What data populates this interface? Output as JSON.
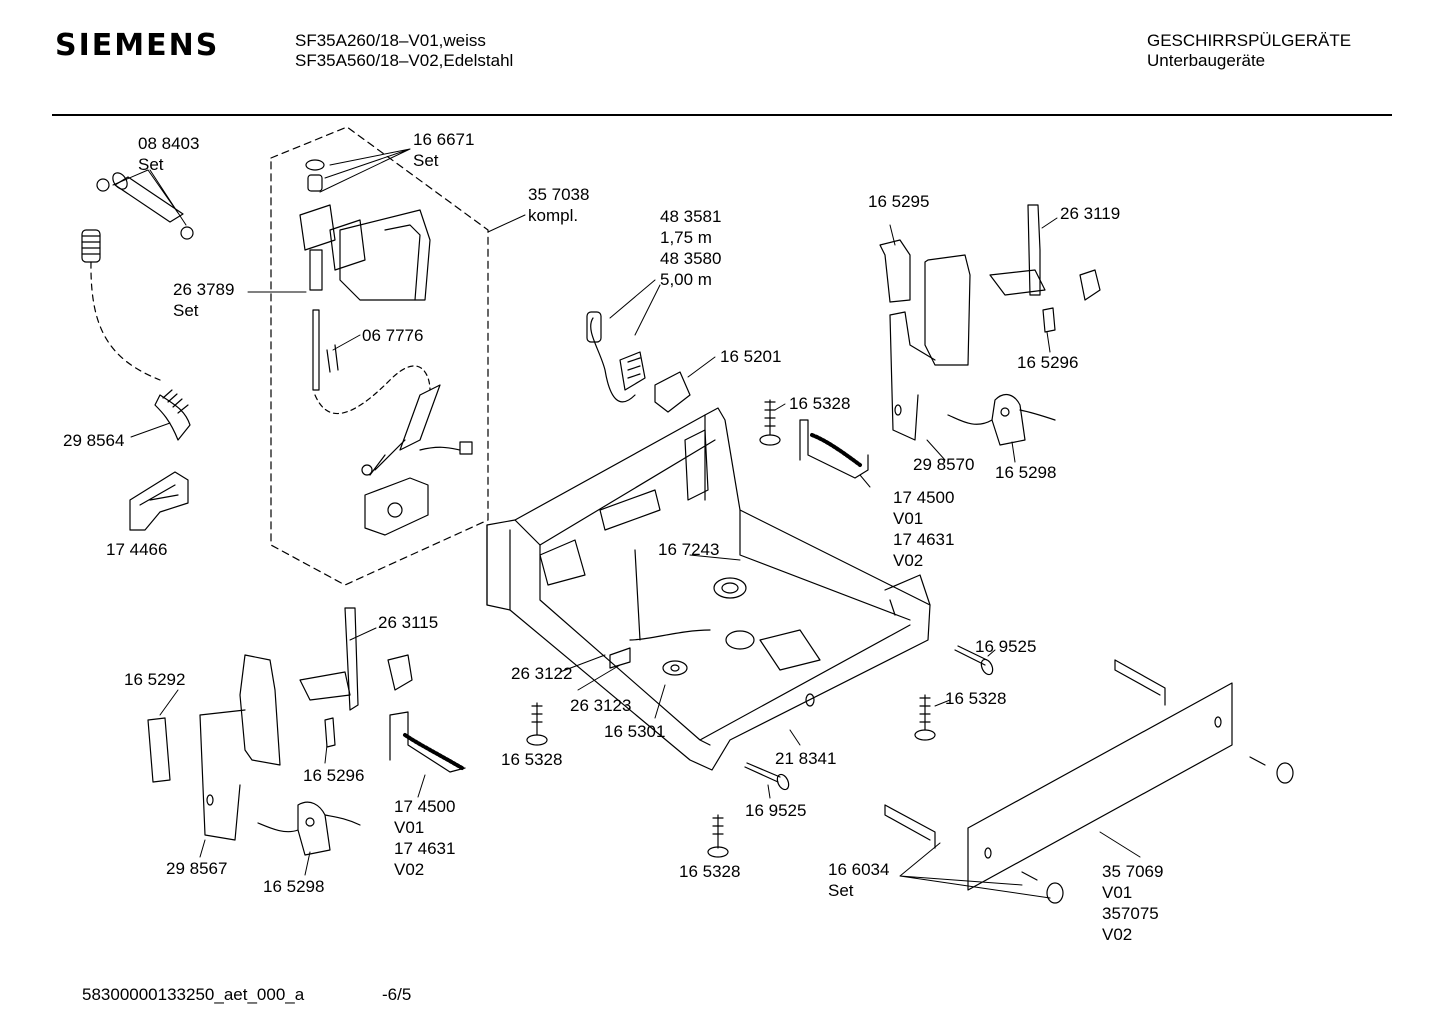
{
  "header": {
    "brand": "SIEMENS",
    "model_line_1": "SF35A260/18–V01,weiss",
    "model_line_2": "SF35A560/18–V02,Edelstahl",
    "category_line_1": "GESCHIRRSPÜLGERÄTE",
    "category_line_2": "Unterbaugeräte"
  },
  "parts": [
    {
      "id": "p088403",
      "lines": [
        "08 8403",
        "Set"
      ]
    },
    {
      "id": "p166671",
      "lines": [
        "16 6671",
        "Set"
      ]
    },
    {
      "id": "p357038",
      "lines": [
        "35 7038",
        "kompl."
      ]
    },
    {
      "id": "p483581",
      "lines": [
        "48 3581",
        "1,75 m",
        "48 3580",
        "5,00 m"
      ]
    },
    {
      "id": "p165295",
      "lines": [
        "16 5295"
      ]
    },
    {
      "id": "p263119",
      "lines": [
        "26 3119"
      ]
    },
    {
      "id": "p263789",
      "lines": [
        "26 3789",
        "Set"
      ]
    },
    {
      "id": "p067776",
      "lines": [
        "06 7776"
      ]
    },
    {
      "id": "p165201",
      "lines": [
        "16 5201"
      ]
    },
    {
      "id": "p165296a",
      "lines": [
        "16 5296"
      ]
    },
    {
      "id": "p298564",
      "lines": [
        "29 8564"
      ]
    },
    {
      "id": "p165328a",
      "lines": [
        "16 5328"
      ]
    },
    {
      "id": "p298570",
      "lines": [
        "29 8570"
      ]
    },
    {
      "id": "p165298a",
      "lines": [
        "16 5298"
      ]
    },
    {
      "id": "p174500a",
      "lines": [
        "17 4500",
        "V01",
        "17 4631",
        "V02"
      ]
    },
    {
      "id": "p174466",
      "lines": [
        "17 4466"
      ]
    },
    {
      "id": "p167243",
      "lines": [
        "16 7243"
      ]
    },
    {
      "id": "p263115",
      "lines": [
        "26 3115"
      ]
    },
    {
      "id": "p169525a",
      "lines": [
        "16 9525"
      ]
    },
    {
      "id": "p165292",
      "lines": [
        "16 5292"
      ]
    },
    {
      "id": "p263122",
      "lines": [
        "26 3122"
      ]
    },
    {
      "id": "p263123",
      "lines": [
        "26 3123"
      ]
    },
    {
      "id": "p165328b",
      "lines": [
        "16 5328"
      ]
    },
    {
      "id": "p165301",
      "lines": [
        "16 5301"
      ]
    },
    {
      "id": "p165328c",
      "lines": [
        "16 5328"
      ]
    },
    {
      "id": "p165296b",
      "lines": [
        "16 5296"
      ]
    },
    {
      "id": "p218341",
      "lines": [
        "21 8341"
      ]
    },
    {
      "id": "p174500b",
      "lines": [
        "17 4500",
        "V01",
        "17 4631",
        "V02"
      ]
    },
    {
      "id": "p169525b",
      "lines": [
        "16 9525"
      ]
    },
    {
      "id": "p298567",
      "lines": [
        "29 8567"
      ]
    },
    {
      "id": "p165298b",
      "lines": [
        "16 5298"
      ]
    },
    {
      "id": "p165328d",
      "lines": [
        "16 5328"
      ]
    },
    {
      "id": "p166034",
      "lines": [
        "16 6034",
        "Set"
      ]
    },
    {
      "id": "p357069",
      "lines": [
        "35 7069",
        "V01",
        "357075",
        "V02"
      ]
    }
  ],
  "footer": {
    "doc_id": "58300000133250_aet_000_a",
    "page": "-6/5"
  }
}
